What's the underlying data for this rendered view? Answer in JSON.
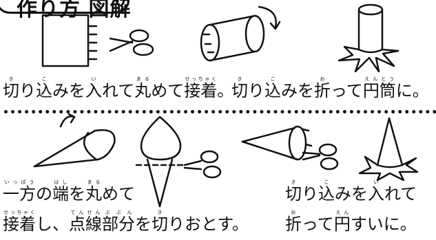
{
  "heading": {
    "text": "作り方 図解"
  },
  "step1": {
    "base": [
      "切",
      "り",
      "込",
      "みを",
      "入",
      "れて",
      "丸",
      "めて",
      "接着",
      "。"
    ],
    "ruby": [
      "き",
      "",
      "こ",
      "",
      "い",
      "",
      "まる",
      "",
      "せっちゃく",
      ""
    ]
  },
  "step2": {
    "base": [
      "切",
      "り",
      "込",
      "みを",
      "折",
      "って",
      "円筒",
      "に。"
    ],
    "ruby": [
      "き",
      "",
      "こ",
      "",
      "お",
      "",
      "えんとう",
      ""
    ]
  },
  "step3_line1": {
    "base": [
      "一方",
      "の",
      "端",
      "を",
      "丸",
      "めて"
    ],
    "ruby": [
      "いっぽう",
      "",
      "はし",
      "",
      "まる",
      ""
    ]
  },
  "step3_line2": {
    "base": [
      "接着",
      "し、",
      "点線",
      "部分",
      "を",
      "切",
      "りおとす。"
    ],
    "ruby": [
      "せっちゃく",
      "",
      "てんせん",
      "ぶぶん",
      "",
      "き",
      ""
    ]
  },
  "step4_line1": {
    "base": [
      "切",
      "り",
      "込",
      "みを",
      "入",
      "れて"
    ],
    "ruby": [
      "き",
      "",
      "こ",
      "",
      "い",
      ""
    ]
  },
  "step4_line2": {
    "base": [
      "折",
      "って",
      "円",
      "すいに。"
    ],
    "ruby": [
      "お",
      "",
      "えん",
      ""
    ]
  }
}
